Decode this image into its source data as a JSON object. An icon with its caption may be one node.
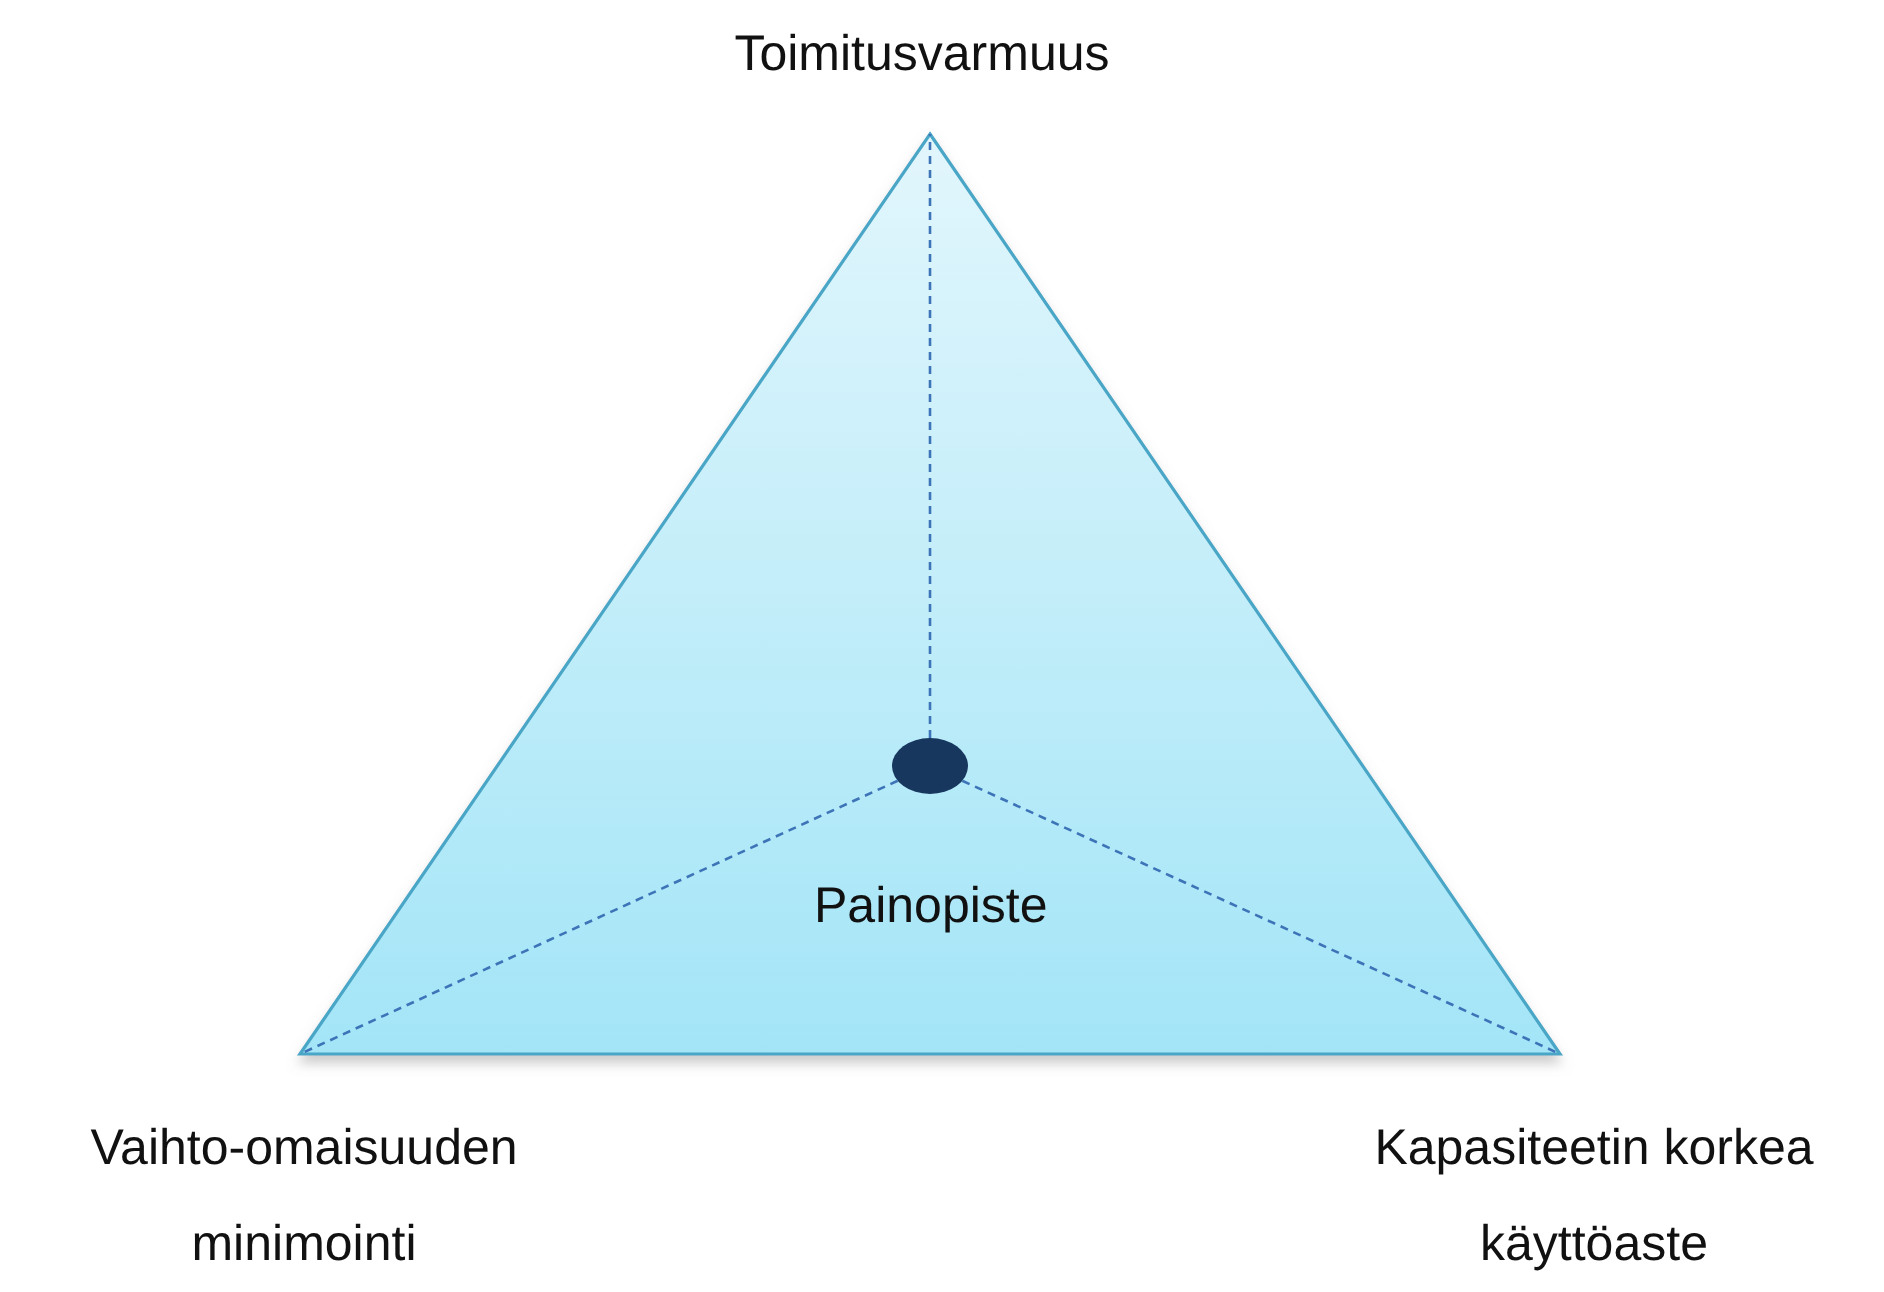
{
  "diagram": {
    "nodes": [
      {
        "text": [],
        "shape": "triangle"
      },
      {
        "text": [],
        "shape": "circle",
        "in": 0,
        "beside": [
          "Painopiste"
        ]
      }
    ],
    "edges": [
      {
        "from": 1,
        "to": null,
        "arrow": "none",
        "style": "dashed"
      },
      {
        "from": 1,
        "to": null,
        "arrow": "none",
        "style": "dashed"
      },
      {
        "from": 1,
        "to": null,
        "arrow": "none",
        "style": "dashed"
      }
    ],
    "labels": [
      "Toimitusvarmuus",
      "Vaihto-omaisuuden minimointi",
      "Kapasiteetin korkea käyttöaste"
    ]
  }
}
